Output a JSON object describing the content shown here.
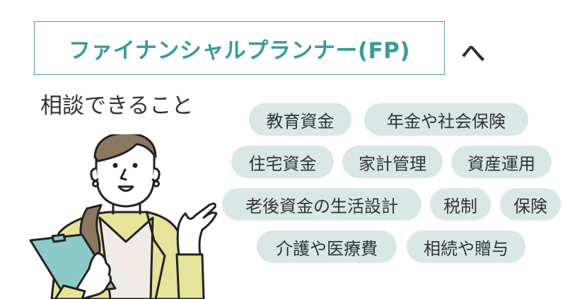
{
  "header": {
    "title": "ファイナンシャルプランナー(FP)",
    "title_suffix": "へ",
    "subtitle": "相談できること"
  },
  "colors": {
    "accent": "#3a9a9c",
    "pill_bg": "#d9e8e7",
    "text": "#333333",
    "hair": "#8b7660",
    "jacket": "#e6e39a",
    "clipboard": "#8cc9c9",
    "shirt": "#f1ebe8"
  },
  "topics": [
    {
      "label": "教育資金"
    },
    {
      "label": "年金や社会保険"
    },
    {
      "label": "住宅資金"
    },
    {
      "label": "家計管理"
    },
    {
      "label": "資産運用"
    },
    {
      "label": "老後資金の生活設計"
    },
    {
      "label": "税制"
    },
    {
      "label": "保険"
    },
    {
      "label": "介護や医療費"
    },
    {
      "label": "相続や贈与"
    }
  ],
  "illustration": {
    "icon": "consultant-woman-with-clipboard-illustration"
  }
}
